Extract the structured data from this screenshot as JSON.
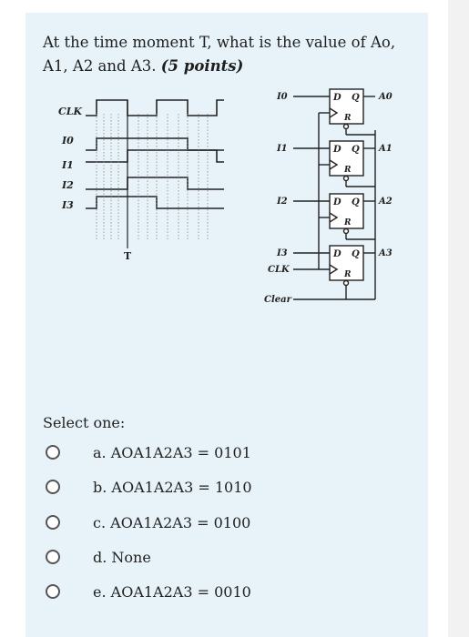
{
  "question": {
    "text": "At the time moment T, what is the value of Ao, A1, A2 and A3.",
    "points": "(5 points)"
  },
  "timing": {
    "labels": [
      "CLK",
      "I0",
      "I1",
      "I2",
      "I3"
    ],
    "marker": "T"
  },
  "circuit": {
    "inputs": [
      "I0",
      "I1",
      "I2",
      "I3"
    ],
    "outputs": [
      "A0",
      "A1",
      "A2",
      "A3"
    ],
    "d_label": "D",
    "q_label": "Q",
    "r_label": "R",
    "clk": "CLK",
    "clear": "Clear"
  },
  "select_one": "Select one:",
  "options": [
    {
      "label": "a. AOA1A2A3 = 0101"
    },
    {
      "label": "b. AOA1A2A3 = 1010"
    },
    {
      "label": "c. AOA1A2A3 = 0100"
    },
    {
      "label": "d. None"
    },
    {
      "label": "e. AOA1A2A3 = 0010"
    }
  ]
}
